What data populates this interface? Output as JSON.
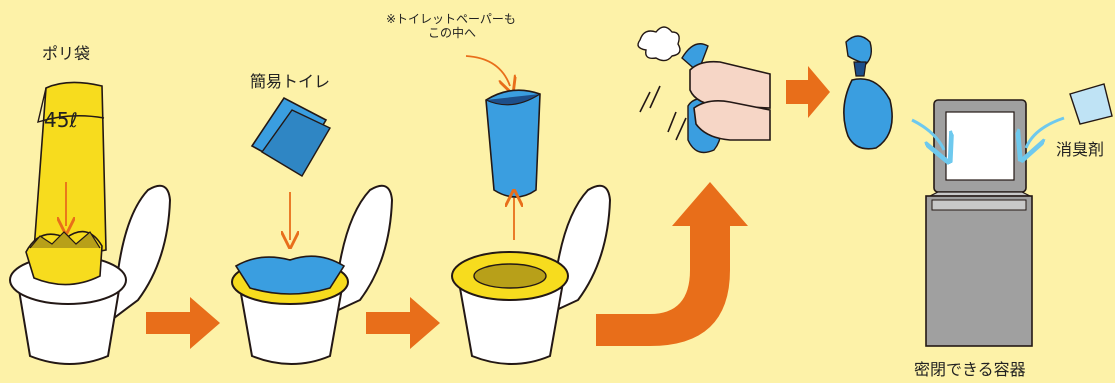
{
  "labels": {
    "poly_bag": "ポリ袋",
    "bag_size": "45ℓ",
    "simple_toilet": "簡易トイレ",
    "toilet_paper_note_line1": "※トイレットペーパーも",
    "toilet_paper_note_line2": "この中へ",
    "deodorant": "消臭剤",
    "sealed_container": "密閉できる容器"
  },
  "colors": {
    "background": "#fdf2a8",
    "bag_yellow": "#f7dc1e",
    "bag_olive": "#b8a019",
    "toilet_blue": "#3a9ee0",
    "bag_navy": "#1d4f8a",
    "arrow_orange": "#e86e1a",
    "arrow_light_blue": "#6ec9ee",
    "container_gray": "#a0a0a0",
    "container_light": "#c8c8c8",
    "deodorant_box": "#bfe3f5",
    "skin": "#f6d6c6",
    "outline": "#231815"
  },
  "icons": [
    "poly-bag-icon",
    "toilet-icon",
    "simple-toilet-sheet-icon",
    "blue-bag-icon",
    "tying-hands-icon",
    "tied-bag-icon",
    "container-icon",
    "deodorant-box-icon",
    "puff-icon"
  ]
}
